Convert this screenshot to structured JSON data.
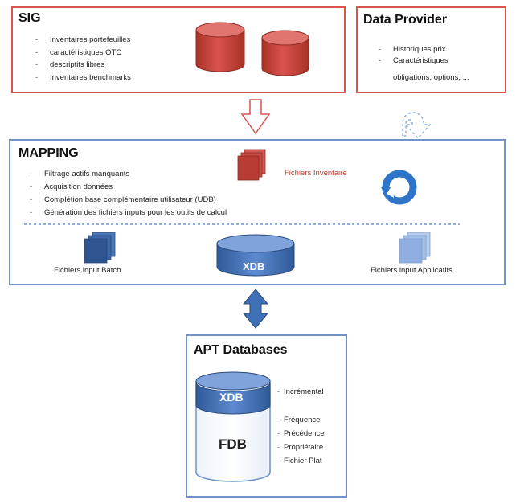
{
  "sig": {
    "title": "SIG",
    "items": [
      "Inventaires portefeuilles",
      "caractéristiques OTC",
      "descriptifs libres",
      "Inventaires benchmarks"
    ]
  },
  "data_provider": {
    "title": "Data Provider",
    "items": [
      "Historiques prix",
      "Caractéristiques"
    ],
    "item_continuation": "obligations, options, ..."
  },
  "mapping": {
    "title": "MAPPING",
    "items": [
      "Filtrage actifs manquants",
      "Acquisition données",
      "Complétion base complémentaire utilisateur (UDB)",
      "Génération des fichiers inputs pour les outils de calcul"
    ],
    "fichiers_inventaire": "Fichiers Inventaire",
    "fichiers_batch": "Fichiers input Batch",
    "xdb": "XDB",
    "fichiers_applicatifs": "Fichiers input  Applicatifs"
  },
  "apt": {
    "title": "APT Databases",
    "xdb": "XDB",
    "fdb": "FDB",
    "incremental_label": "Incrémental",
    "labels": [
      "Fréquence",
      "Précédence",
      "Propriétaire",
      "Fichier Plat"
    ]
  },
  "colors": {
    "red_border": "#d9534f",
    "blue_border": "#6f93c6",
    "cylinder_red": "#c0392b",
    "cylinder_blue": "#3f6fb5",
    "light_blue": "#8fb0e0"
  }
}
